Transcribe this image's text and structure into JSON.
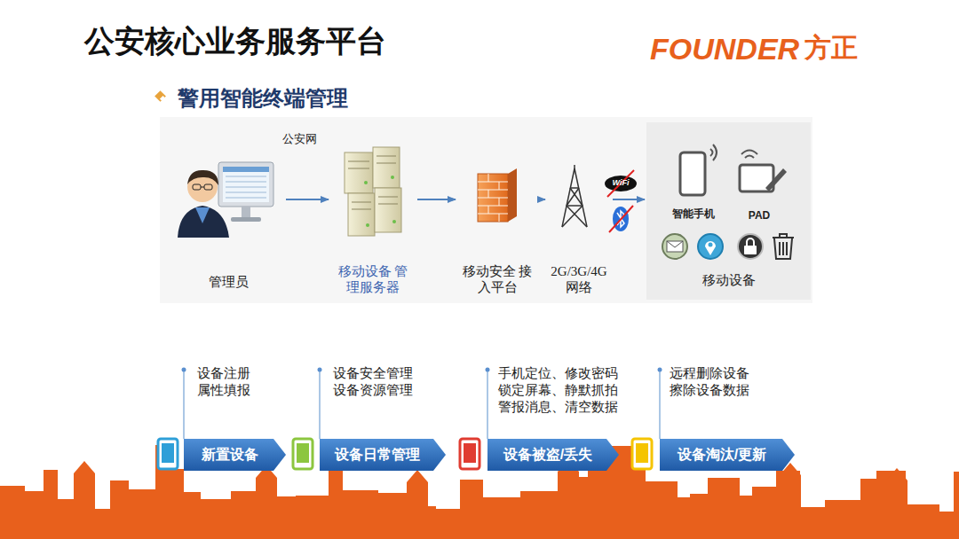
{
  "diagram": {
    "title": "公安核心业务服务平台",
    "nodes": [
      {
        "text": [
          "管理员"
        ]
      },
      {
        "text": [
          "移动设备 管理服务器"
        ]
      },
      {
        "text": [
          "移动安全 接入平台"
        ]
      },
      {
        "text": [
          "2G/3G/4G 网络"
        ]
      },
      {
        "text": [
          "移动设备"
        ]
      },
      {
        "text": [
          "智能手机"
        ],
        "in": 4
      },
      {
        "text": [
          "PAD"
        ],
        "in": 4
      },
      {
        "text": [
          "新置设备"
        ]
      },
      {
        "text": [
          "设备日常管理"
        ]
      },
      {
        "text": [
          "设备被盗/丢失"
        ]
      },
      {
        "text": [
          "设备淘汰/更新"
        ]
      }
    ],
    "edges": [
      {
        "from": 0,
        "to": 1,
        "arrow": "to"
      },
      {
        "from": 1,
        "to": 2,
        "arrow": "to"
      },
      {
        "from": 2,
        "to": 3,
        "arrow": "to"
      },
      {
        "from": 3,
        "to": 4,
        "arrow": "to"
      }
    ],
    "labels": [
      "FOUNDER",
      "方正",
      "警用智能终端管理",
      "公安网",
      "WiFi",
      "设备注册 属性填报",
      "设备安全管理 设备资源管理",
      "手机定位、修改密码 锁定屏幕、静默抓拍 警报消息、清空数据",
      "远程删除设备 擦除设备数据"
    ]
  }
}
